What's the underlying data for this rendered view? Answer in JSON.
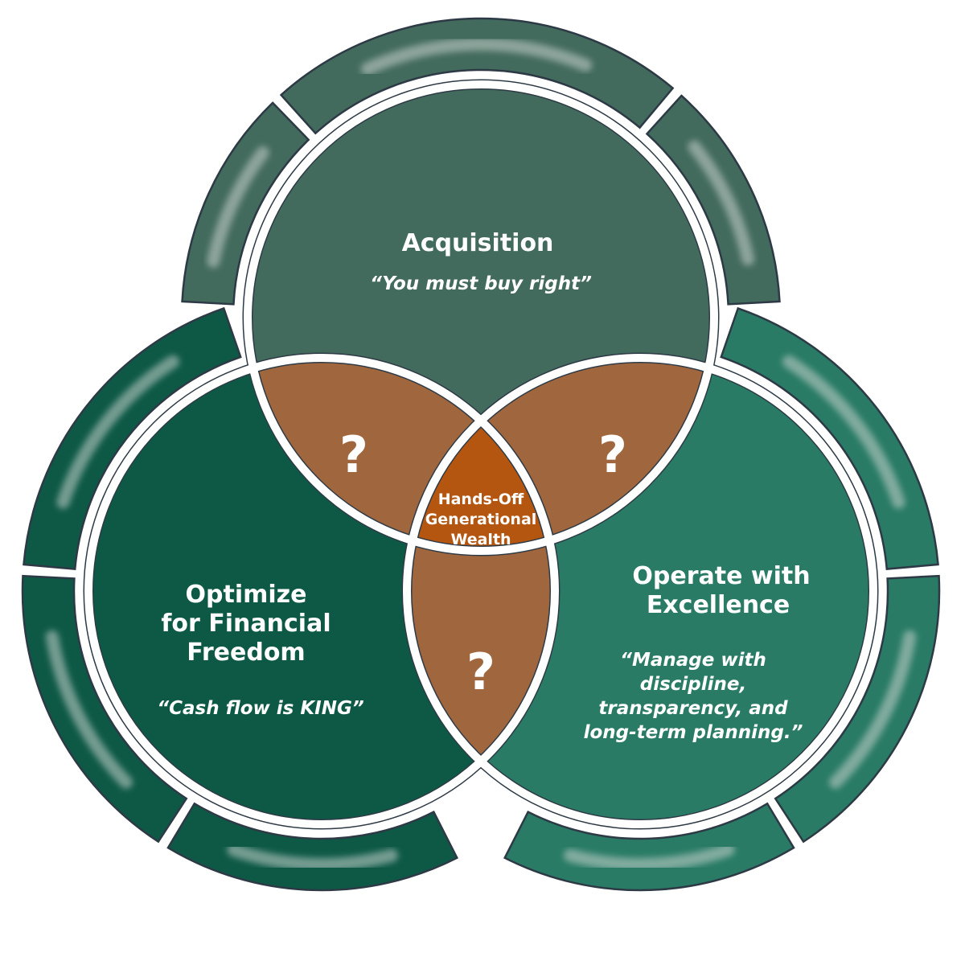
{
  "colors": {
    "acquisition": "#436b5d",
    "optimize": "#0e5946",
    "operate": "#297b65",
    "lens": "#a0663d",
    "center": "#b4560f",
    "outline": "#2d3a45",
    "gap": "#ffffff"
  },
  "acquisition": {
    "title": "Acquisition",
    "quote": "“You must buy right”"
  },
  "optimize": {
    "title_lines": [
      "Optimize",
      "for Financial",
      "Freedom"
    ],
    "quote": "“Cash flow is KING”"
  },
  "operate": {
    "title_lines": [
      "Operate with",
      "Excellence"
    ],
    "quote_lines": [
      "“Manage with",
      "discipline,",
      "transparency, and",
      "long-term planning.”"
    ]
  },
  "center": {
    "lines": [
      "Hands-Off",
      "Generational",
      "Wealth"
    ]
  },
  "overlaps": {
    "acq_opt": "?",
    "acq_ops": "?",
    "opt_ops": "?"
  }
}
